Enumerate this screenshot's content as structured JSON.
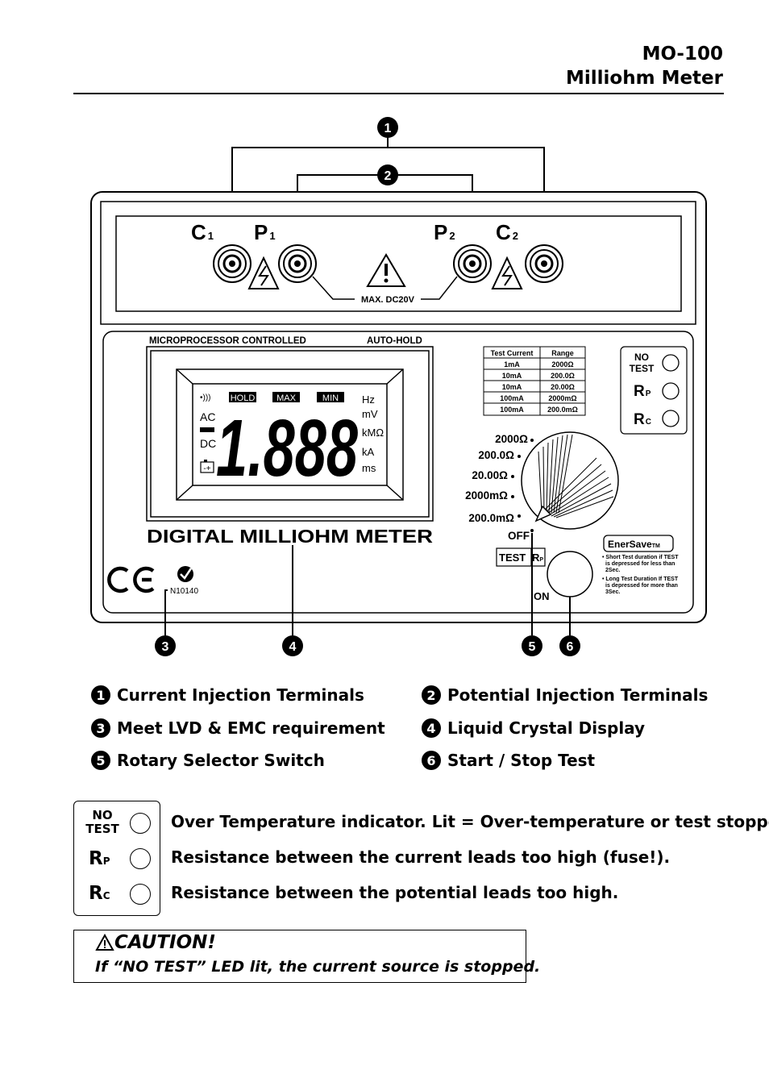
{
  "header": {
    "model": "MO-100",
    "product": "Milliohm Meter"
  },
  "callouts": [
    "1",
    "2",
    "3",
    "4",
    "5",
    "6"
  ],
  "device": {
    "terminals": {
      "c1": "C",
      "c1_sub": "1",
      "p1": "P",
      "p1_sub": "1",
      "p2": "P",
      "p2_sub": "2",
      "c2": "C",
      "c2_sub": "2",
      "max_voltage": "MAX. DC20V"
    },
    "display": {
      "banner_left": "MICROPROCESSOR CONTROLLED",
      "banner_right": "AUTO-HOLD",
      "digits": "1.888",
      "annunciators": {
        "beep": "•)))",
        "hold": "HOLD",
        "max": "MAX",
        "min": "MIN",
        "ac": "AC",
        "dc": "DC",
        "hz": "Hz",
        "mv": "mV",
        "kmohm": "kMΩ",
        "ka": "kA",
        "ms": "ms"
      },
      "title": "DIGITAL MILLIOHM METER"
    },
    "range_table": {
      "headers": [
        "Test Current",
        "Range"
      ],
      "rows": [
        [
          "1mA",
          "2000Ω"
        ],
        [
          "10mA",
          "200.0Ω"
        ],
        [
          "10mA",
          "20.00Ω"
        ],
        [
          "100mA",
          "2000mΩ"
        ],
        [
          "100mA",
          "200.0mΩ"
        ]
      ]
    },
    "selector": {
      "positions": [
        "2000Ω",
        "200.0Ω",
        "20.00Ω",
        "2000mΩ",
        "200.0mΩ",
        "OFF"
      ]
    },
    "indicators": {
      "no": "NO",
      "test": "TEST",
      "rp": "R",
      "rp_sub": "P",
      "rc": "R",
      "rc_sub": "C"
    },
    "test_button": {
      "label": "TEST",
      "sub": "R",
      "sub_small": "P",
      "on": "ON"
    },
    "enersave": {
      "title": "EnerSave",
      "tm": "TM",
      "note1": [
        "• Short Test duration  if TEST",
        "is depressed   for less than",
        "2Sec."
      ],
      "note2": [
        "• Long Test Duration If TEST",
        "is  depressed  for more than",
        "3Sec."
      ]
    },
    "cert": {
      "ce": "CE",
      "code": "N10140"
    }
  },
  "legend": [
    {
      "num": "1",
      "text": "Current Injection Terminals"
    },
    {
      "num": "2",
      "text": "Potential Injection Terminals"
    },
    {
      "num": "3",
      "text": "Meet LVD & EMC requirement"
    },
    {
      "num": "4",
      "text": "Liquid Crystal Display"
    },
    {
      "num": "5",
      "text": "Rotary Selector Switch"
    },
    {
      "num": "6",
      "text": "Start / Stop Test"
    }
  ],
  "indicator_legend": {
    "no": "NO",
    "test": "TEST",
    "rp": "R",
    "rp_sub": "P",
    "rc": "R",
    "rc_sub": "C",
    "descriptions": [
      "Over Temperature indicator. Lit = Over-temperature or test stopped.",
      "Resistance between the current leads too high (fuse!).",
      "Resistance between the potential leads too high."
    ]
  },
  "caution": {
    "title": "CAUTION!",
    "text": "If “NO TEST” LED lit, the current source is stopped."
  }
}
